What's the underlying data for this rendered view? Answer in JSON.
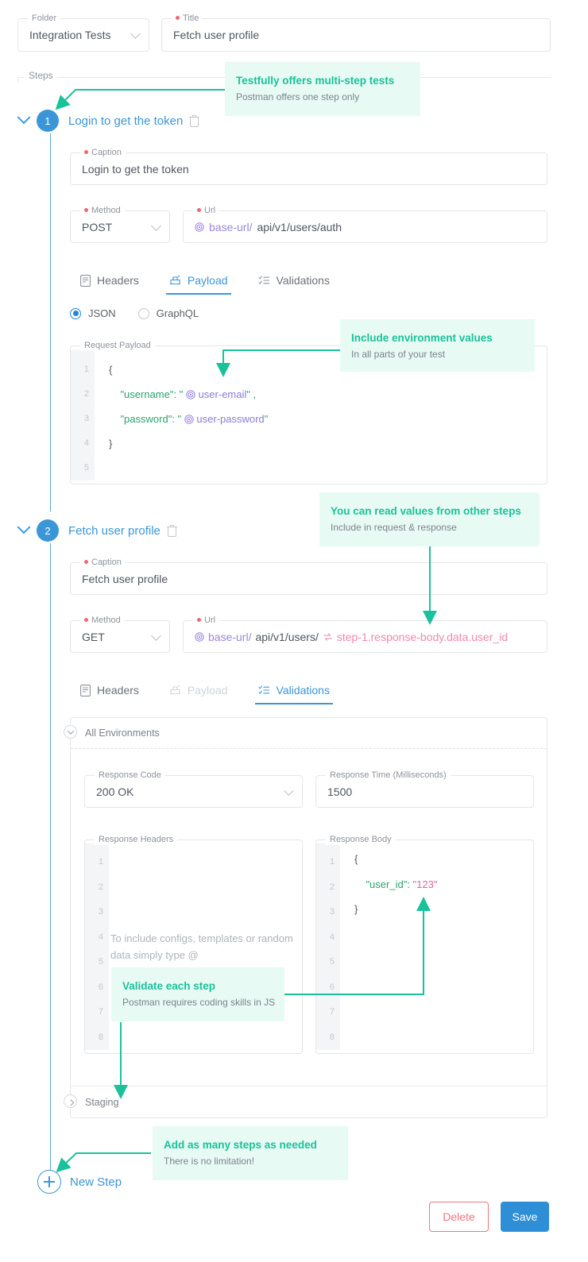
{
  "header": {
    "folder": {
      "label": "Folder",
      "value": "Integration Tests",
      "icon": "chevron-down-icon"
    },
    "title": {
      "label": "Title",
      "value": "Fetch user profile",
      "required": true
    }
  },
  "steps_section": {
    "legend": "Steps"
  },
  "steps": [
    {
      "number": "1",
      "title": "Login to get the token",
      "caption": {
        "label": "Caption",
        "value": "Login to get the token"
      },
      "method": {
        "label": "Method",
        "value": "POST"
      },
      "url": {
        "label": "Url",
        "env": "base-url/",
        "path": "api/v1/users/auth"
      },
      "tabs": [
        {
          "label": "Headers",
          "icon": "headers-icon",
          "state": "normal"
        },
        {
          "label": "Payload",
          "icon": "payload-icon",
          "state": "active"
        },
        {
          "label": "Validations",
          "icon": "validations-icon",
          "state": "normal"
        }
      ],
      "payload_format": {
        "selected": "JSON",
        "options": [
          "JSON",
          "GraphQL"
        ]
      },
      "request_payload": {
        "label": "Request Payload",
        "line_numbers": [
          "1",
          "2",
          "3",
          "4",
          "5"
        ],
        "lines": [
          [
            {
              "t": "{",
              "c": "plain"
            }
          ],
          [
            {
              "t": "    \"username\": \"",
              "c": "string"
            },
            {
              "t": "user-email",
              "c": "env"
            },
            {
              "t": "\" ,",
              "c": "string"
            }
          ],
          [
            {
              "t": "    \"password\": \"",
              "c": "string"
            },
            {
              "t": "user-password",
              "c": "env"
            },
            {
              "t": "\"",
              "c": "string"
            }
          ],
          [
            {
              "t": "}",
              "c": "plain"
            }
          ],
          [
            {
              "t": "",
              "c": "plain"
            }
          ]
        ]
      }
    },
    {
      "number": "2",
      "title": "Fetch user profile",
      "caption": {
        "label": "Caption",
        "value": "Fetch user profile"
      },
      "method": {
        "label": "Method",
        "value": "GET"
      },
      "url": {
        "label": "Url",
        "env": "base-url/",
        "path": "api/v1/users/",
        "step_ref": "step-1.response-body.data.user_id"
      },
      "tabs": [
        {
          "label": "Headers",
          "icon": "headers-icon",
          "state": "normal"
        },
        {
          "label": "Payload",
          "icon": "payload-icon",
          "state": "disabled"
        },
        {
          "label": "Validations",
          "icon": "validations-icon",
          "state": "active"
        }
      ],
      "validations": {
        "groups": [
          {
            "name": "All Environments",
            "expanded": true
          },
          {
            "name": "Staging",
            "expanded": false
          }
        ],
        "response_code": {
          "label": "Response Code",
          "value": "200 OK"
        },
        "response_time": {
          "label": "Response Time (Milliseconds)",
          "value": "1500"
        },
        "response_headers": {
          "label": "Response Headers",
          "line_numbers": [
            "1",
            "2",
            "3",
            "4",
            "5",
            "6",
            "7",
            "8"
          ],
          "placeholder": "To include configs, templates or random data simply type @"
        },
        "response_body": {
          "label": "Response Body",
          "line_numbers": [
            "1",
            "2",
            "3",
            "4",
            "5",
            "6",
            "7",
            "8"
          ],
          "lines": [
            [
              {
                "t": "{",
                "c": "plain"
              }
            ],
            [
              {
                "t": "    \"user_id\": ",
                "c": "string"
              },
              {
                "t": "\"123\"",
                "c": "number"
              }
            ],
            [
              {
                "t": "}",
                "c": "plain"
              }
            ]
          ]
        }
      }
    }
  ],
  "new_step": {
    "label": "New Step",
    "icon": "plus-circle-icon"
  },
  "footer": {
    "delete_label": "Delete",
    "save_label": "Save"
  },
  "callouts": [
    {
      "heading": "Testfully offers multi-step tests",
      "body": "Postman offers one step only"
    },
    {
      "heading": "Include environment values",
      "body": "In all parts of your test"
    },
    {
      "heading": "You can read values from other steps",
      "body": "Include in request & response"
    },
    {
      "heading": "Validate each step",
      "body": "Postman requires coding skills in JS"
    },
    {
      "heading": "Add as many steps as needed",
      "body": "There is no limitation!"
    }
  ],
  "colors": {
    "accent_blue": "#3b96d8",
    "annotation_teal": "#19c29a",
    "annotation_bg": "#e8faf4",
    "required_dot": "#f2666e",
    "env_purple": "#8e7bd4",
    "step_ref_pink": "#f08aa8",
    "delete_red": "#f2757c"
  }
}
